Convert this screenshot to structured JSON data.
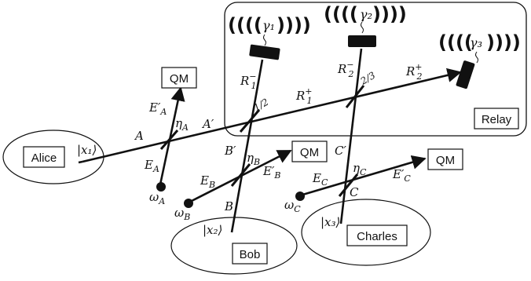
{
  "nodes": {
    "alice": "Alice",
    "bob": "Bob",
    "charles": "Charles",
    "relay": "Relay",
    "qm_a": "QM",
    "qm_b": "QM",
    "qm_c": "QM"
  },
  "states": {
    "x1": "|x₁⟩",
    "x2": "|x₂⟩",
    "x3": "|x₃⟩"
  },
  "photons": {
    "g1": "γ₁",
    "g2": "γ₂",
    "g3": "γ₃"
  },
  "labels": {
    "A": "A",
    "A_prime": "A′",
    "B": "B",
    "B_prime": "B′",
    "C": "C",
    "C_prime": "C′",
    "E_A": "E",
    "E_A_sub": "A",
    "E_prime_A": "E′",
    "E_prime_A_sub": "A",
    "E_B": "E",
    "E_B_sub": "B",
    "E_prime_B": "E′",
    "E_prime_B_sub": "B",
    "E_C": "E",
    "E_C_sub": "C",
    "E_prime_C": "E′",
    "E_prime_C_sub": "C",
    "eta_A": "η",
    "eta_A_sub": "A",
    "eta_B": "η",
    "eta_B_sub": "B",
    "eta_C": "η",
    "eta_C_sub": "C",
    "omega_A": "ω",
    "omega_A_sub": "A",
    "omega_B": "ω",
    "omega_B_sub": "B",
    "omega_C": "ω",
    "omega_C_sub": "C",
    "R1_minus": "R",
    "R1_minus_sub": "1",
    "R1_minus_sup": "−",
    "R1_plus": "R",
    "R1_plus_sub": "1",
    "R1_plus_sup": "+",
    "R2_minus": "R",
    "R2_minus_sub": "2",
    "R2_minus_sup": "−",
    "R2_plus": "R",
    "R2_plus_sub": "2",
    "R2_plus_sup": "+",
    "ratio_1": "1/2",
    "ratio_2": "2/3"
  }
}
